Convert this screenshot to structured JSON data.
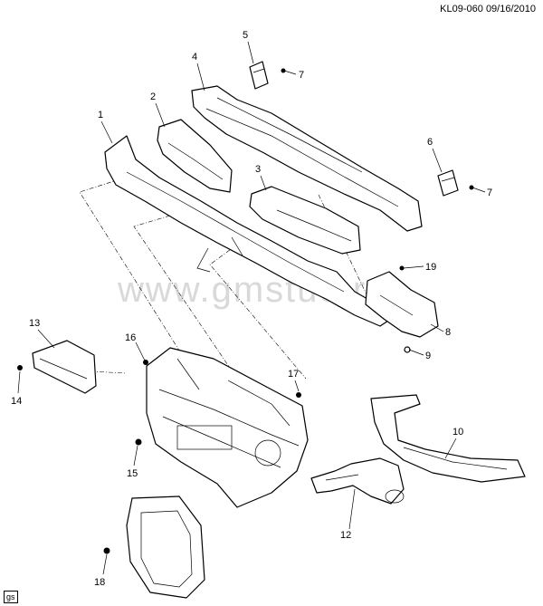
{
  "header": {
    "diagram_code": "KL09-060",
    "date": "09/16/2010"
  },
  "watermark": "www.gmstuo.ru",
  "badge": "gs",
  "callouts": [
    {
      "id": "c1",
      "label": "1"
    },
    {
      "id": "c2",
      "label": "2"
    },
    {
      "id": "c3",
      "label": "3"
    },
    {
      "id": "c4",
      "label": "4"
    },
    {
      "id": "c5",
      "label": "5"
    },
    {
      "id": "c6",
      "label": "6"
    },
    {
      "id": "c7a",
      "label": "7"
    },
    {
      "id": "c7b",
      "label": "7"
    },
    {
      "id": "c8",
      "label": "8"
    },
    {
      "id": "c9",
      "label": "9"
    },
    {
      "id": "c10",
      "label": "10"
    },
    {
      "id": "c12",
      "label": "12"
    },
    {
      "id": "c13",
      "label": "13"
    },
    {
      "id": "c14",
      "label": "14"
    },
    {
      "id": "c15",
      "label": "15"
    },
    {
      "id": "c16",
      "label": "16"
    },
    {
      "id": "c17",
      "label": "17"
    },
    {
      "id": "c18",
      "label": "18"
    },
    {
      "id": "c19",
      "label": "19"
    }
  ]
}
